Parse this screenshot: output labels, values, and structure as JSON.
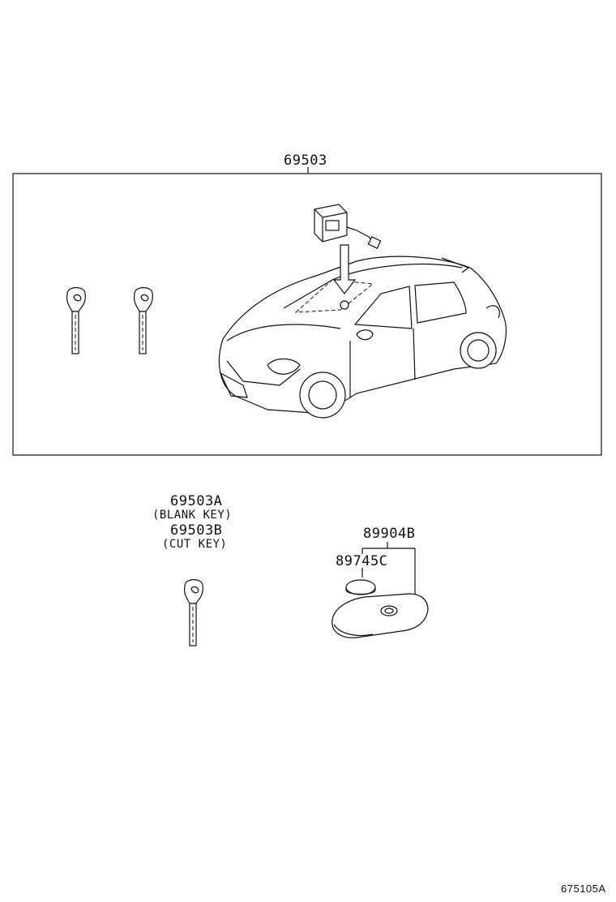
{
  "parts": {
    "kit": "69503",
    "blank_key": "69503A",
    "blank_key_note": "(BLANK KEY)",
    "cut_key": "69503B",
    "cut_key_note": "(CUT KEY)",
    "remote": "89904B",
    "battery": "89745C"
  },
  "figure_id": "675105A"
}
